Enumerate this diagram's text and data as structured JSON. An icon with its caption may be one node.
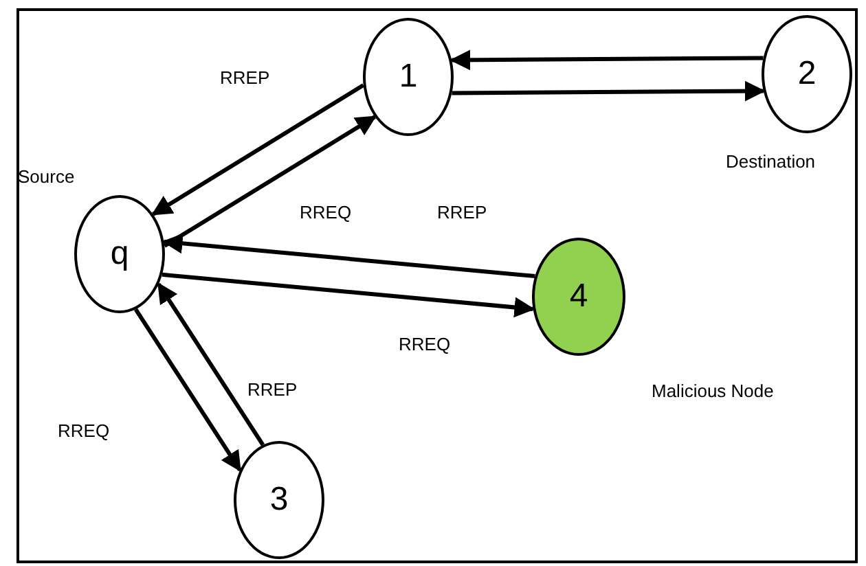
{
  "diagram": {
    "nodes": [
      {
        "text": [
          "q"
        ],
        "beside": [
          "Source"
        ]
      },
      {
        "text": [
          "1"
        ]
      },
      {
        "text": [
          "2"
        ],
        "beside": [
          "Destination"
        ]
      },
      {
        "text": [
          "4"
        ],
        "beside": [
          "Malicious Node"
        ]
      },
      {
        "text": [
          "3"
        ]
      }
    ],
    "edges": [
      {
        "from": 1,
        "to": 0,
        "arrow": "to",
        "label": "RREP"
      },
      {
        "from": 0,
        "to": 1,
        "arrow": "to",
        "label": "RREQ"
      },
      {
        "from": 2,
        "to": 1,
        "arrow": "to"
      },
      {
        "from": 1,
        "to": 2,
        "arrow": "to"
      },
      {
        "from": 3,
        "to": 0,
        "arrow": "to",
        "label": "RREP"
      },
      {
        "from": 0,
        "to": 3,
        "arrow": "to",
        "label": "RREQ"
      },
      {
        "from": 4,
        "to": 0,
        "arrow": "to",
        "label": "RREP"
      },
      {
        "from": 0,
        "to": 4,
        "arrow": "to",
        "label": "RREQ"
      }
    ]
  }
}
